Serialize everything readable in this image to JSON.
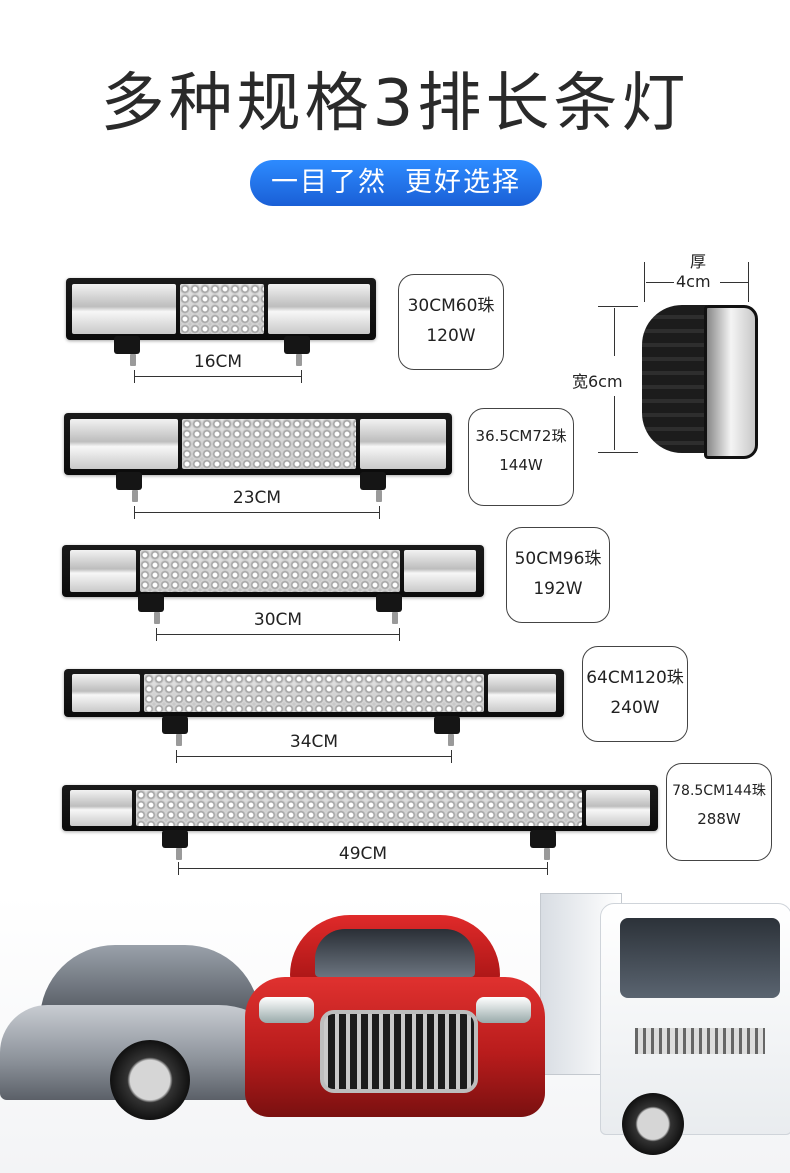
{
  "title": "多种规格3排长条灯",
  "subtitle_left": "一目了然",
  "subtitle_right": "更好选择",
  "bars": [
    {
      "dimension": "16CM",
      "spec_size": "30CM60珠",
      "spec_power": "120W"
    },
    {
      "dimension": "23CM",
      "spec_size": "36.5CM72珠",
      "spec_power": "144W"
    },
    {
      "dimension": "30CM",
      "spec_size": "50CM96珠",
      "spec_power": "192W"
    },
    {
      "dimension": "34CM",
      "spec_size": "64CM120珠",
      "spec_power": "240W"
    },
    {
      "dimension": "49CM",
      "spec_size": "78.5CM144珠",
      "spec_power": "288W"
    }
  ],
  "side_view": {
    "thickness_label": "厚",
    "thickness_value": "4cm",
    "width_label": "宽6cm"
  },
  "colors": {
    "title": "#2a2a2a",
    "pill_top": "#2d8bff",
    "pill_bottom": "#1a5fd6"
  }
}
